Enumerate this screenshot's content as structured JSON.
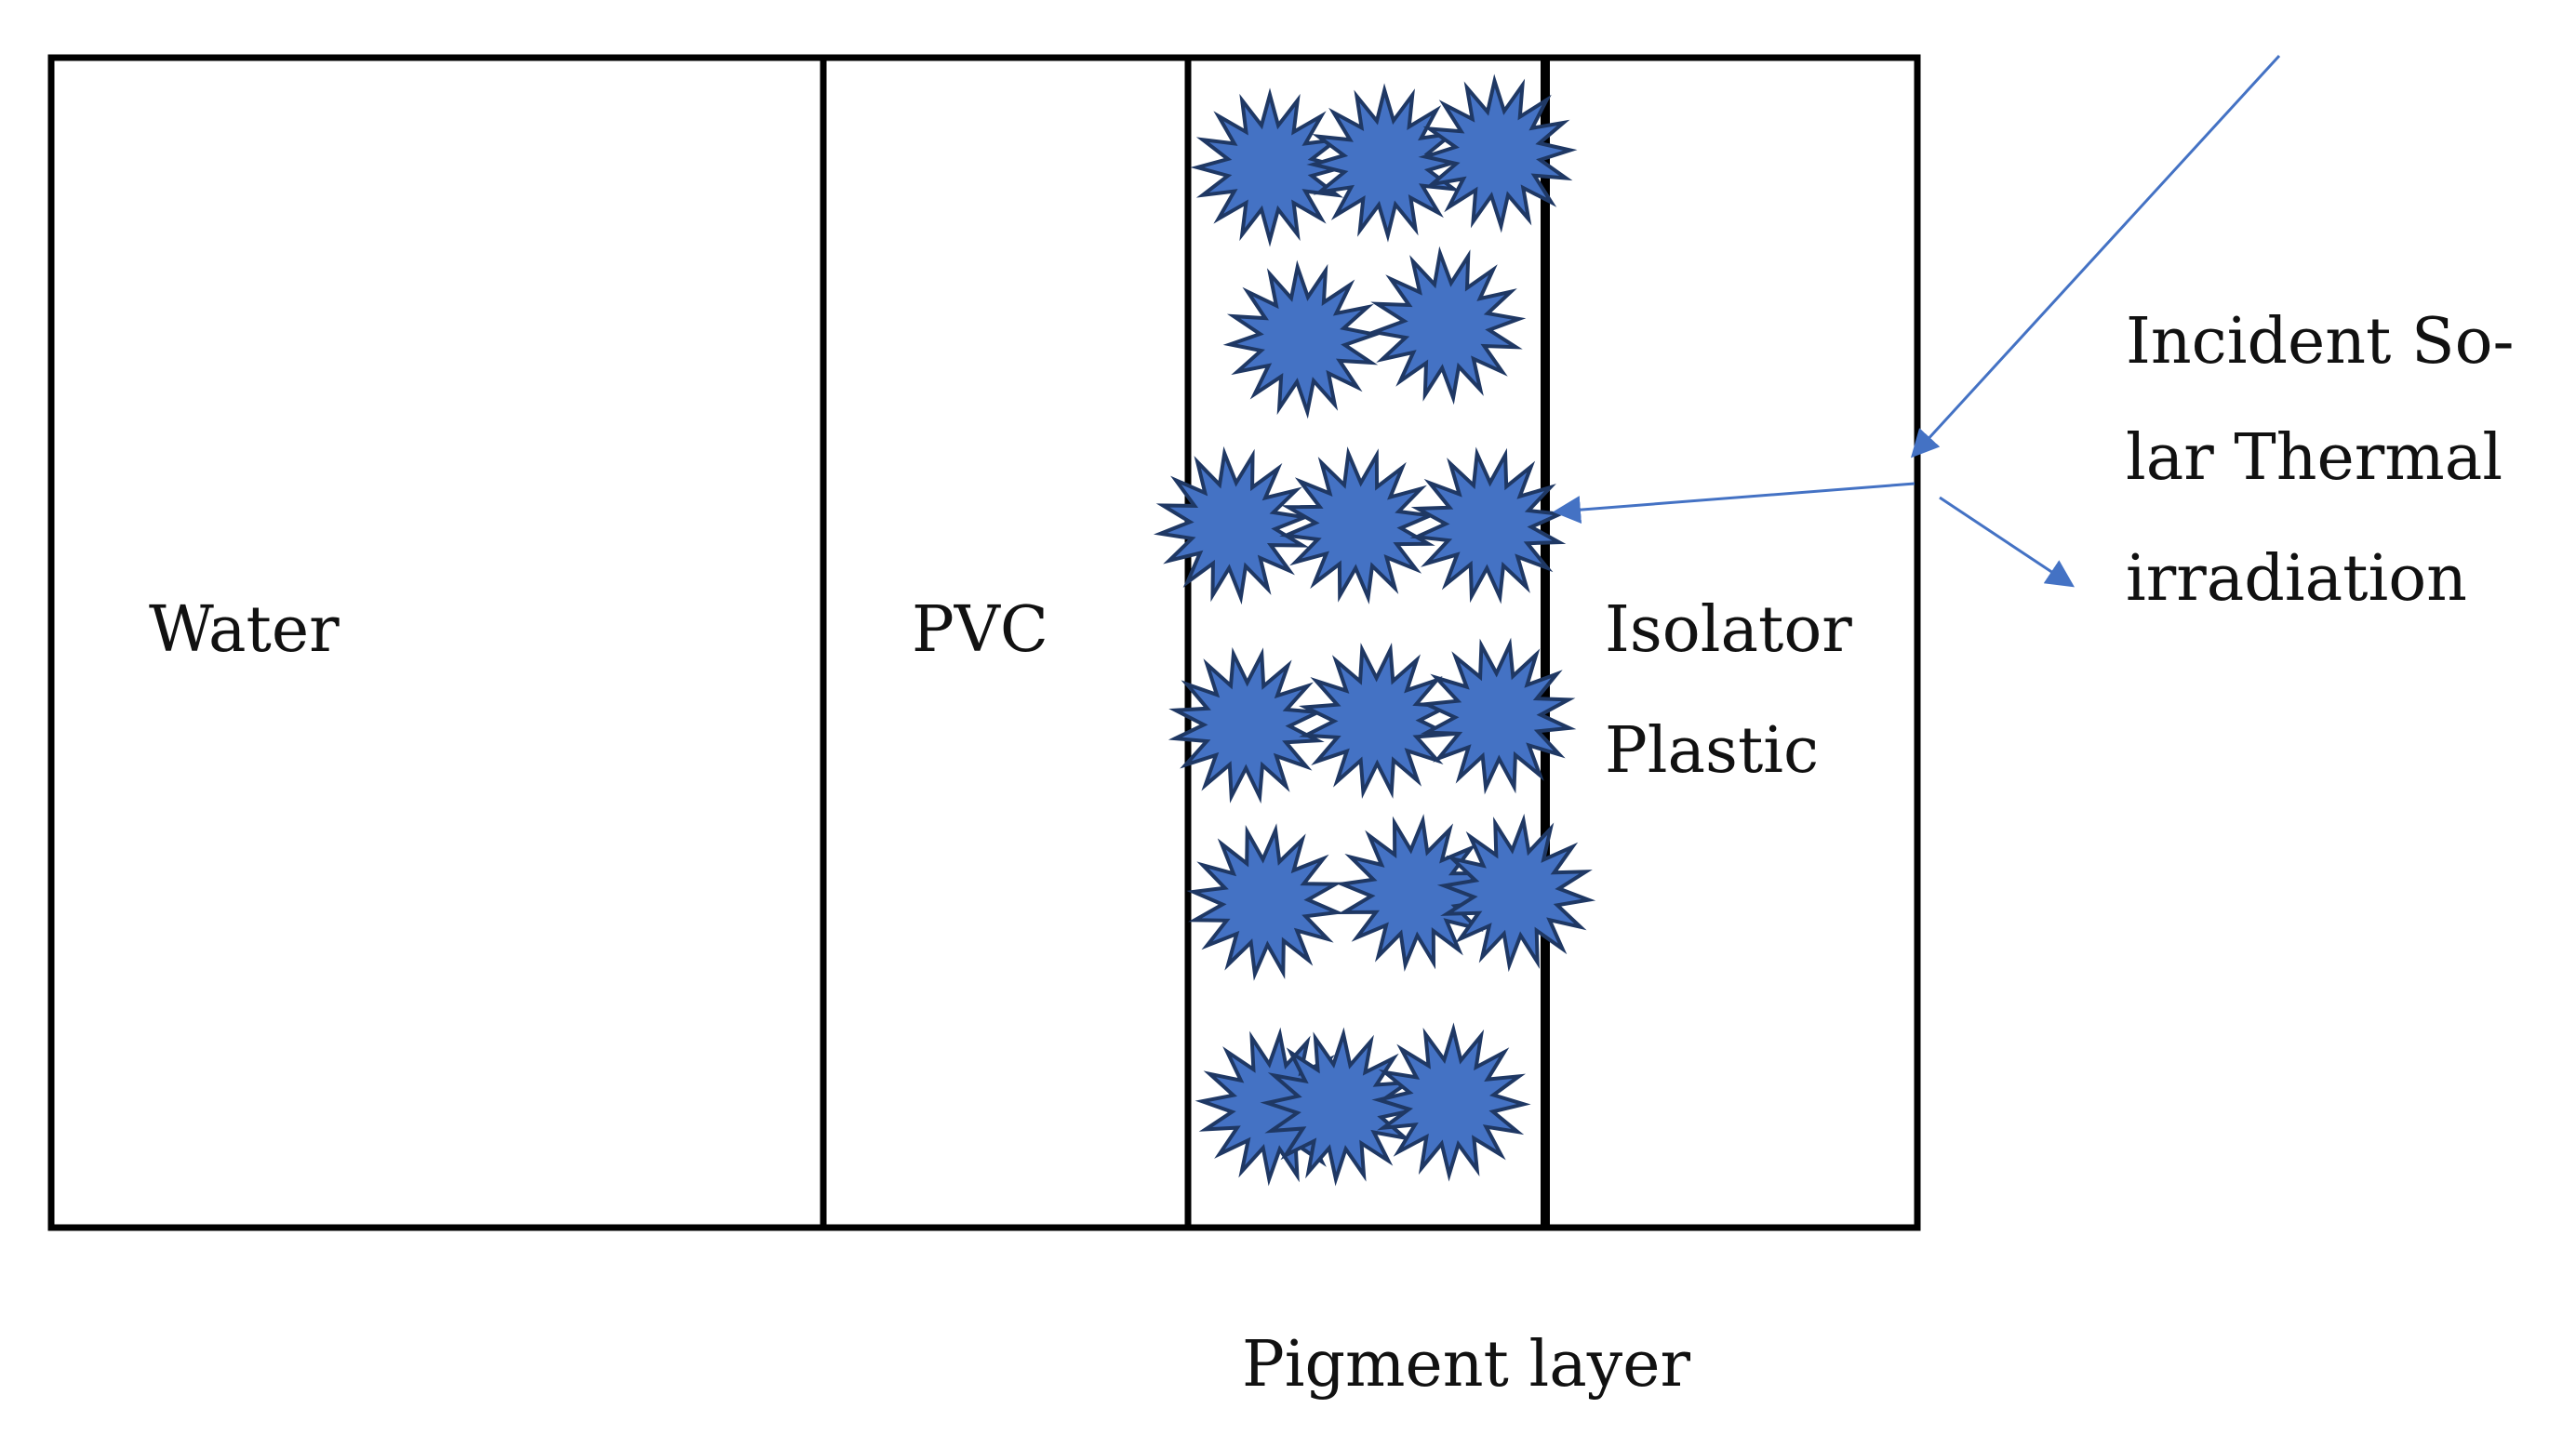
{
  "labels": {
    "water": "Water",
    "pvc": "PVC",
    "isolator_line1": "Isolator",
    "isolator_line2": "Plastic",
    "pigment_layer": "Pigment layer",
    "incident_line1": "Incident So-",
    "incident_line2": "lar Thermal",
    "incident_line3": "irradiation"
  },
  "colors": {
    "pigment_fill": "#4472C4",
    "pigment_stroke": "#1F3864",
    "arrow": "#4472C4",
    "outline": "#000000"
  },
  "icons": {
    "pigment_particle": "spiky-star-icon",
    "arrow_head": "arrowhead-icon"
  }
}
